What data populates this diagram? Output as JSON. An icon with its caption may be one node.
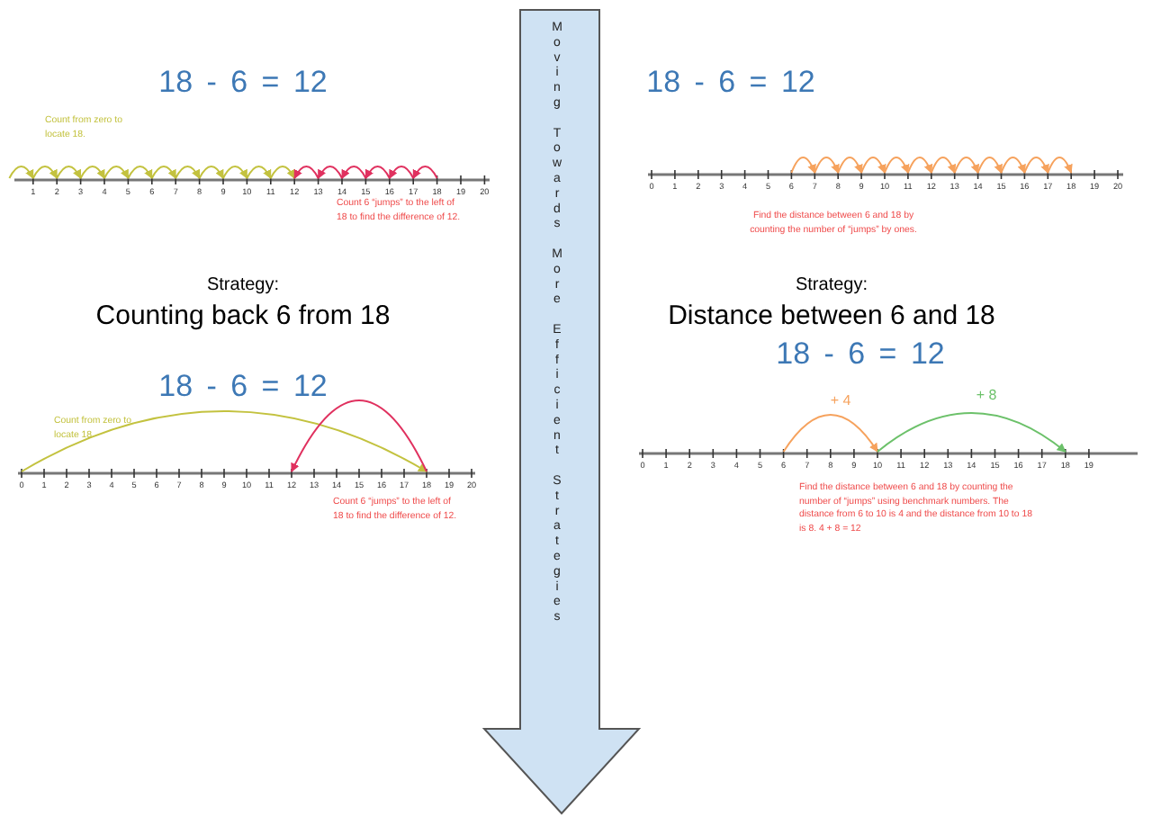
{
  "diagram": {
    "nodes": [
      {
        "text": [
          "Moving Towards More Efficient Strategies"
        ]
      }
    ],
    "labels": [
      "18 - 6 = 12",
      "Count from zero to locate 18.",
      "1",
      "2",
      "3",
      "4",
      "5",
      "6",
      "7",
      "8",
      "9",
      "10",
      "11",
      "12",
      "13",
      "14",
      "15",
      "16",
      "17",
      "18",
      "19",
      "20",
      "Count 6 “jumps” to the left of 18 to find the difference of 12.",
      "Strategy:",
      "Counting back 6 from 18",
      "18 - 6 = 12",
      "Count from zero to locate 18.",
      "0",
      "1",
      "2",
      "3",
      "4",
      "5",
      "6",
      "7",
      "8",
      "9",
      "10",
      "11",
      "12",
      "13",
      "14",
      "15",
      "16",
      "17",
      "18",
      "19",
      "20",
      "Count 6 “jumps” to the left of 18 to find the difference of 12.",
      "18 - 6 = 12",
      "0",
      "1",
      "2",
      "3",
      "4",
      "5",
      "6",
      "7",
      "8",
      "9",
      "10",
      "11",
      "12",
      "13",
      "14",
      "15",
      "16",
      "17",
      "18",
      "19",
      "20",
      "Find the distance between 6 and 18 by counting the number of “jumps” by ones.",
      "Strategy:",
      "Distance between 6 and 18",
      "18 - 6 = 12",
      "+ 4",
      "+ 8",
      "0",
      "1",
      "2",
      "3",
      "4",
      "5",
      "6",
      "7",
      "8",
      "9",
      "10",
      "11",
      "12",
      "13",
      "14",
      "15",
      "16",
      "17",
      "18",
      "19",
      "Find the distance between 6 and 18 by counting the number of “jumps” using benchmark numbers. The distance from 6 to 10 is 4 and the distance from 10 to 18 is 8. 4 + 8 = 12"
    ]
  }
}
